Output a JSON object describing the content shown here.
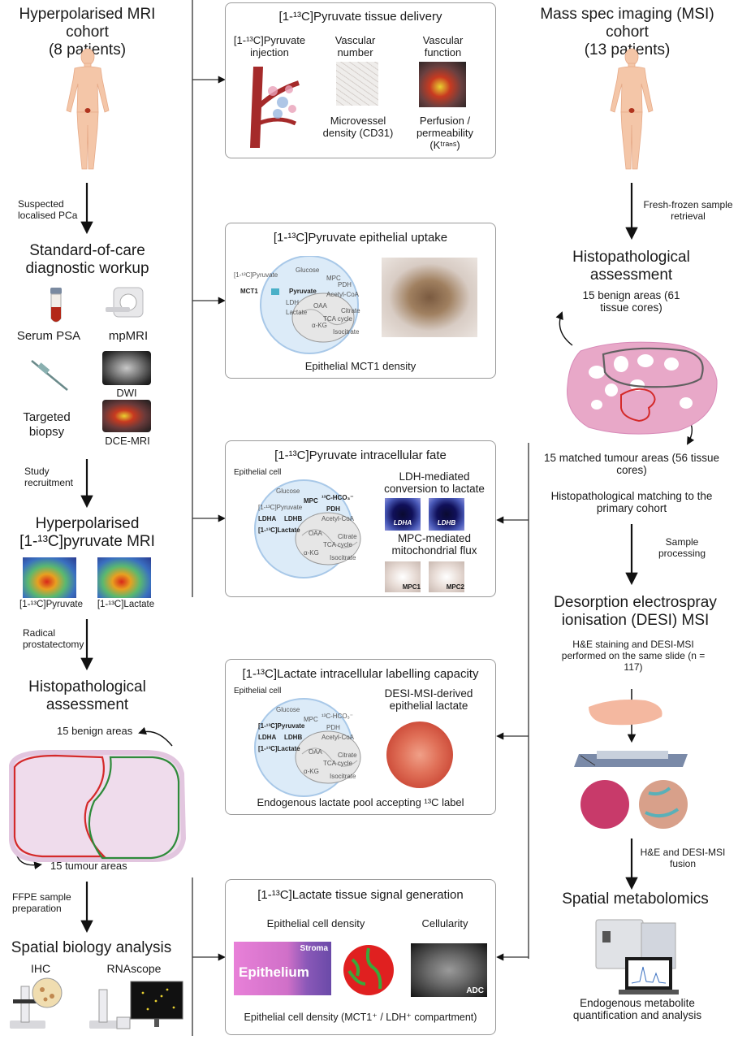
{
  "left": {
    "mri_cohort_title": "Hyperpolarised MRI cohort",
    "mri_cohort_sub": "(8 patients)",
    "step1": "Suspected localised PCa",
    "soc_title": "Standard-of-care diagnostic workup",
    "serum_psa": "Serum PSA",
    "mpmri": "mpMRI",
    "dwi": "DWI",
    "targeted_biopsy": "Targeted biopsy",
    "dce": "DCE-MRI",
    "step2": "Study recruitment",
    "hp_title_1": "Hyperpolarised",
    "hp_title_2": "[1-¹³C]pyruvate MRI",
    "pyr_img_label": "[1-¹³C]Pyruvate",
    "lac_img_label": "[1-¹³C]Lactate",
    "step3": "Radical prostatectomy",
    "histo_title": "Histopathological assessment",
    "benign": "15 benign areas",
    "tumour": "15 tumour areas",
    "step4": "FFPE sample preparation",
    "spatial_bio": "Spatial biology analysis",
    "ihc": "IHC",
    "rnascope": "RNAscope"
  },
  "mid": {
    "box1": {
      "title": "[1-¹³C]Pyruvate tissue delivery",
      "injection": "[1-¹³C]Pyruvate injection",
      "vasc_number": "Vascular number",
      "vasc_function": "Vascular function",
      "microvessel": "Microvessel density (CD31)",
      "perfusion": "Perfusion / permeability (Kᵗʳᵃⁿˢ)"
    },
    "box2": {
      "title": "[1-¹³C]Pyruvate epithelial uptake",
      "caption": "Epithelial MCT1 density",
      "pyr_ext": "[1-¹³C]Pyruvate",
      "mct1": "MCT1",
      "glucose": "Glucose",
      "pyruvate": "Pyruvate",
      "mpc": "MPC",
      "pdh": "PDH",
      "ldh": "LDH",
      "lactate": "Lactate",
      "acetyl": "Acetyl-CoA",
      "oaa": "OAA",
      "citrate": "Citrate",
      "tca": "TCA cycle",
      "akg": "α-KG",
      "isocitrate": "Isocitrate"
    },
    "box3": {
      "title": "[1-¹³C]Pyruvate intracellular fate",
      "epithelial_cell": "Epithelial cell",
      "ldh_conv": "LDH-mediated conversion to lactate",
      "mpc_flux": "MPC-mediated mitochondrial flux",
      "ldha": "LDHA",
      "ldhb": "LDHB",
      "mpc1": "MPC1",
      "mpc2": "MPC2",
      "glucose": "Glucose",
      "pyruvate": "[1-¹³C]Pyruvate",
      "lactate": "[1-¹³C]Lactate",
      "mpc": "MPC",
      "pdh": "PDH",
      "hco3": "¹³C-HCO₃⁻",
      "acetyl": "Acetyl-CoA",
      "oaa": "OAA",
      "citrate": "Citrate",
      "tca": "TCA cycle",
      "akg": "α-KG",
      "isocitrate": "Isocitrate"
    },
    "box4": {
      "title": "[1-¹³C]Lactate intracellular labelling capacity",
      "epithelial_cell": "Epithelial cell",
      "desi_lac": "DESI-MSI-derived epithelial lactate",
      "caption": "Endogenous lactate pool accepting ¹³C label"
    },
    "box5": {
      "title": "[1-¹³C]Lactate tissue signal generation",
      "ecd": "Epithelial cell density",
      "cellularity": "Cellularity",
      "stroma": "Stroma",
      "epithelium": "Epithelium",
      "adc": "ADC",
      "caption": "Epithelial cell density (MCT1⁺ / LDH⁺ compartment)"
    }
  },
  "right": {
    "msi_title": "Mass spec imaging (MSI) cohort",
    "msi_sub": "(13 patients)",
    "step1": "Fresh-frozen sample retrieval",
    "histo_title": "Histopathological assessment",
    "benign": "15 benign areas (61 tissue cores)",
    "tumour": "15 matched tumour areas (56 tissue cores)",
    "matching": "Histopathological matching to the primary cohort",
    "step2": "Sample processing",
    "desi_title": "Desorption electrospray ionisation (DESI) MSI",
    "desi_note": "H&E staining and DESI-MSI performed on the same slide (n = 117)",
    "step3": "H&E and DESI-MSI fusion",
    "spatial_met": "Spatial metabolomics",
    "final": "Endogenous metabolite quantification and analysis"
  },
  "colors": {
    "benign_outline": "#2e8b3a",
    "tumour_outline": "#d42a2a",
    "box_border": "#9a9a9a",
    "cell_fill": "#dcebf8"
  }
}
